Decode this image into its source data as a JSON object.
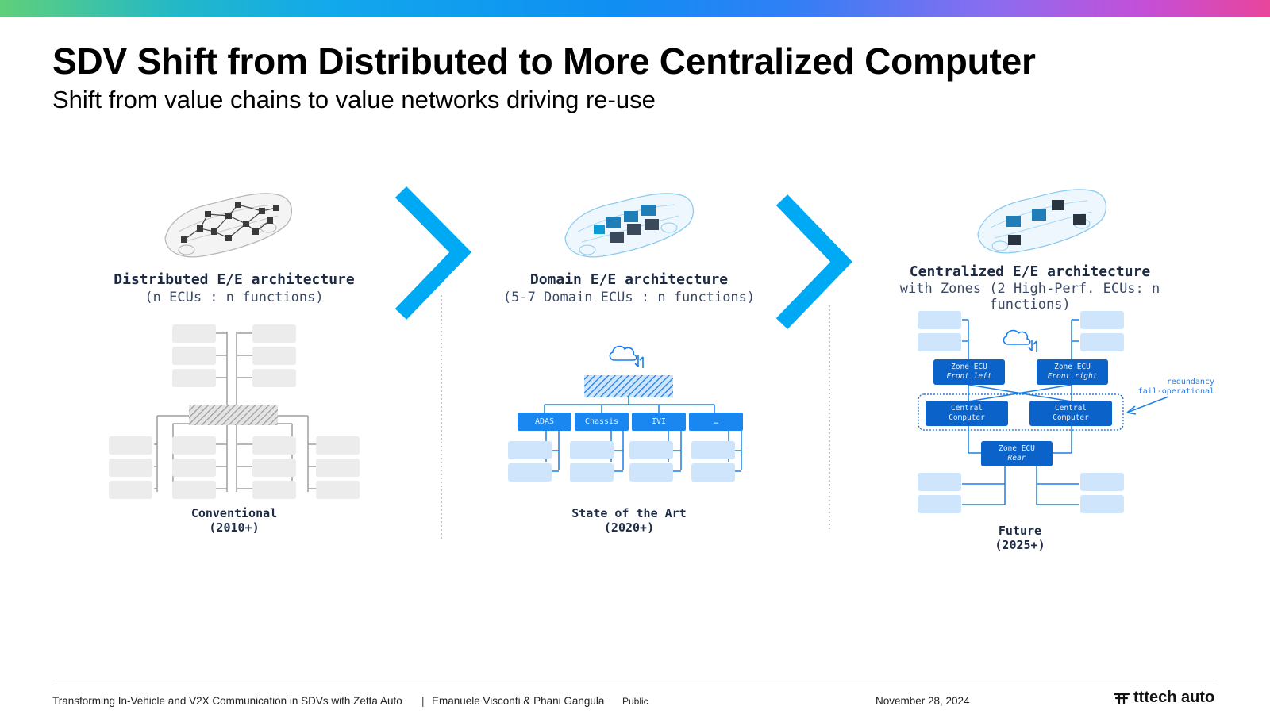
{
  "slide": {
    "title": "SDV Shift from Distributed to More Centralized Computer",
    "subtitle": "Shift from value chains to value networks driving re-use"
  },
  "columns": [
    {
      "title": "Distributed E/E architecture",
      "subtitle": "(n ECUs : n functions)",
      "era_name": "Conventional",
      "era_years": "(2010+)"
    },
    {
      "title": "Domain E/E architecture",
      "subtitle": "(5-7 Domain ECUs : n functions)",
      "era_name": "State of the Art",
      "era_years": "(2020+)",
      "domains": [
        "ADAS",
        "Chassis",
        "IVI",
        "…"
      ]
    },
    {
      "title": "Centralized E/E architecture",
      "subtitle": "with Zones (2 High-Perf. ECUs: n functions)",
      "era_name": "Future",
      "era_years": "(2025+)",
      "zones": {
        "front_left": {
          "name": "Zone ECU",
          "position": "Front left"
        },
        "front_right": {
          "name": "Zone ECU",
          "position": "Front right"
        },
        "rear": {
          "name": "Zone ECU",
          "position": "Rear"
        }
      },
      "central_left": {
        "line1": "Central",
        "line2": "Computer"
      },
      "central_right": {
        "line1": "Central",
        "line2": "Computer"
      },
      "annotation": {
        "line1": "redundancy",
        "line2": "fail-operational"
      }
    }
  ],
  "footer": {
    "presentation": "Transforming In-Vehicle and V2X Communication in SDVs with Zetta Auto",
    "authors": "Emanuele Visconti & Phani Gangula",
    "classification": "Public",
    "date": "November 28, 2024",
    "brand": "tttech auto"
  },
  "colors": {
    "accent": "#00a9f4",
    "dark_blue": "#0b63c9",
    "domain_blue": "#1a86f0",
    "light_blue_box": "#cfe5fb",
    "grey_box": "#ececec"
  }
}
